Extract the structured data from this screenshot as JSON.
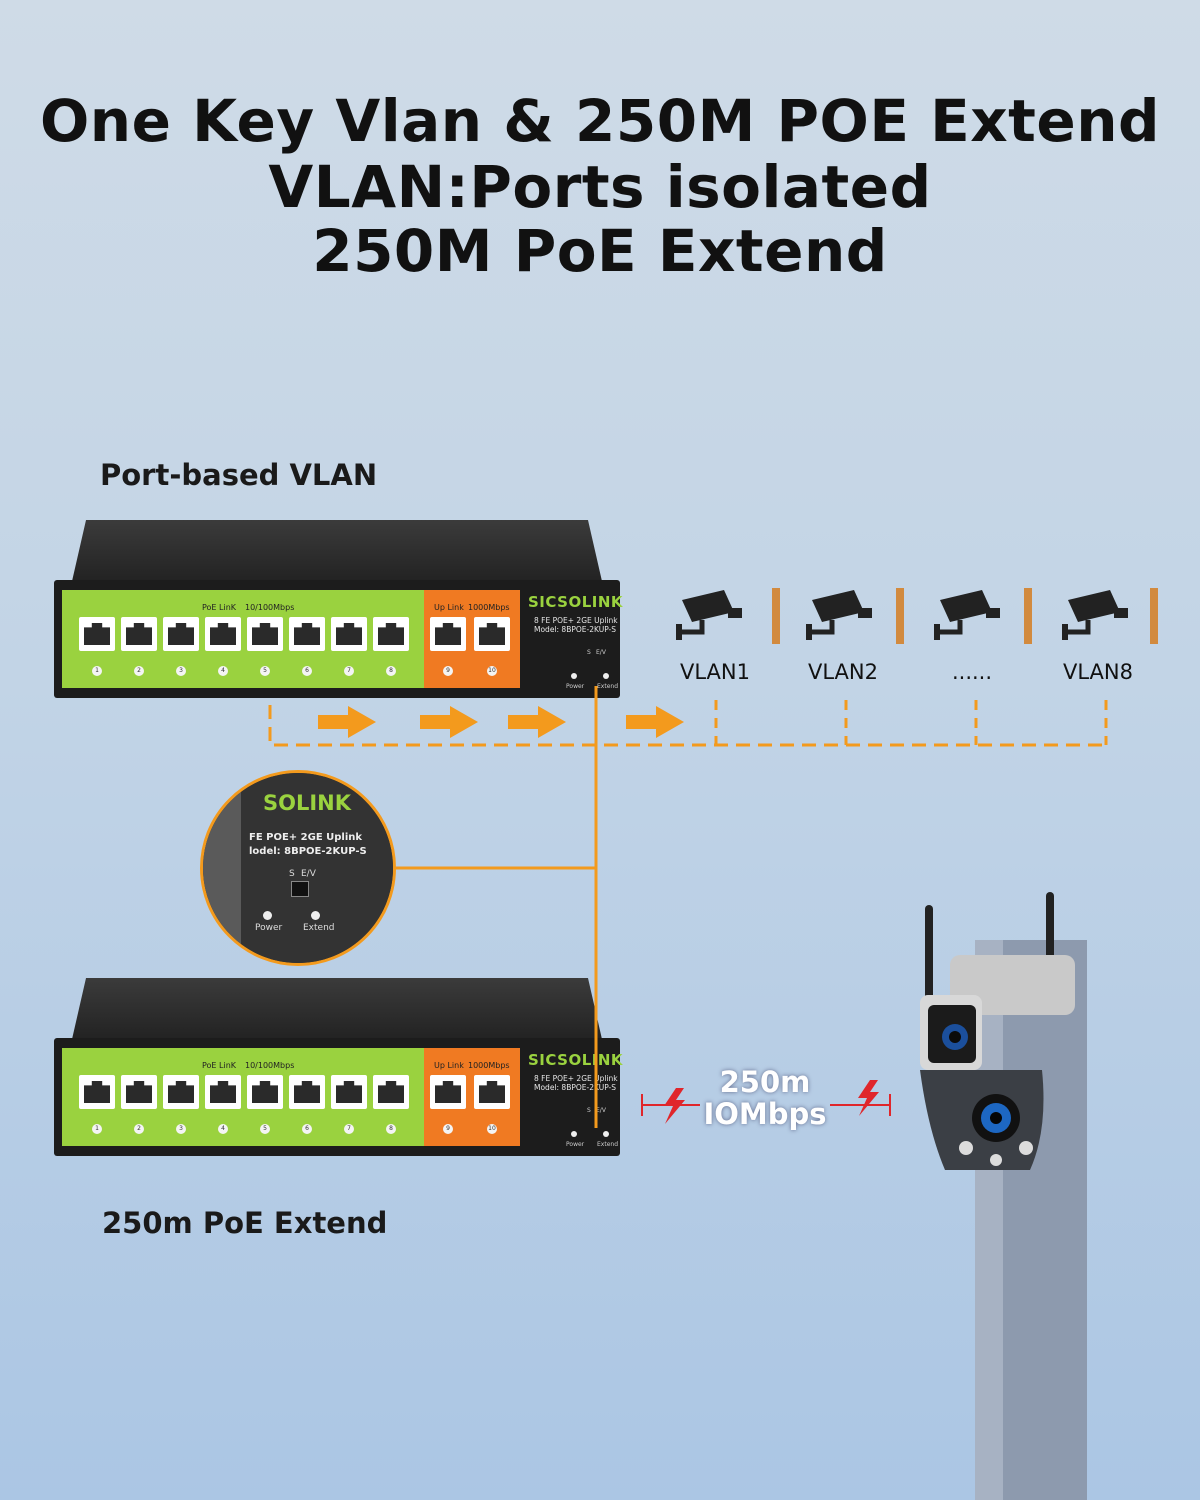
{
  "title_lines": [
    "One Key Vlan & 250M POE Extend",
    "VLAN:Ports isolated",
    "250M PoE Extend"
  ],
  "labels": {
    "port_based_vlan": "Port-based VLAN",
    "poe_extend": "250m PoE Extend"
  },
  "switch": {
    "brand": "SICSOLINK",
    "model_line1": "8 FE POE+ 2GE Uplink",
    "model_line2": "Model: 8BPOE-2KUP-S",
    "poe_link_label": "PoE LinK",
    "speed_10_100": "10/100Mbps",
    "uplink_label": "Up Link",
    "speed_1000": "1000Mbps",
    "switch_label": "S",
    "switch_label2": "E/V",
    "power_led": "Power",
    "extend_led": "Extend",
    "port_numbers": [
      "1",
      "2",
      "3",
      "4",
      "5",
      "6",
      "7",
      "8"
    ],
    "uplink_numbers": [
      "9",
      "10"
    ]
  },
  "zoom": {
    "brand": "SOLINK",
    "model_line1": "FE POE+ 2GE Uplink",
    "model_line2": "lodel: 8BPOE-2KUP-S",
    "switch_label": "S",
    "switch_label2": "E/V",
    "power": "Power",
    "extend": "Extend"
  },
  "vlans": [
    "VLAN1",
    "VLAN2",
    "......",
    "VLAN8"
  ],
  "distance": {
    "length": "250m",
    "speed": "IOMbps"
  },
  "colors": {
    "accent_orange": "#f39a1d",
    "panel_green": "#9ad23f",
    "uplink_orange": "#f07a22",
    "bolt_red": "#e0262b"
  },
  "icons": [
    "cctv-camera-icon",
    "lightning-bolt-icon",
    "arrow-right-icon",
    "ptz-camera-icon"
  ]
}
